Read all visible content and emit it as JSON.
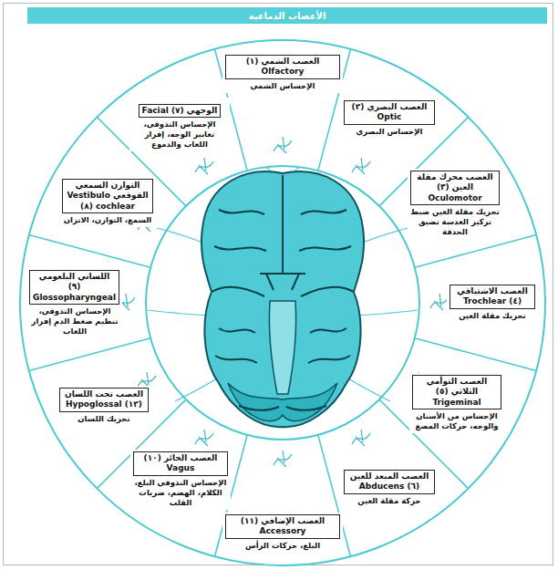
{
  "diagram": {
    "title": "الأعصاب الدماغية",
    "nodes": [
      {
        "text": [
          "العصب الشمي (١) Olfactory",
          "الإحساس الشمي"
        ]
      },
      {
        "text": [
          "العصب البصري (٢) Optic",
          "الإحساس البصري"
        ]
      },
      {
        "text": [
          "العصب محرك مقلة العين (٣) Oculomotor",
          "تحريك مقلة العين ضبط تركيز العدسة تضيق الحدقة"
        ]
      },
      {
        "text": [
          "العصب الاشتياقي (٤) Trochlear",
          "تحريك مقلة العين"
        ]
      },
      {
        "text": [
          "العصب التوأمي الثلاثي (٥) Trigeminal",
          "الإحساس من الأسنان والوجه، حركات المضغ"
        ]
      },
      {
        "text": [
          "العصب المبعد للعين (٦) Abducens",
          "حركة مقلة العين"
        ]
      },
      {
        "text": [
          "العصب الإضافي (١١) Accessory",
          "البلع، حركات الرأس"
        ]
      },
      {
        "text": [
          "العصب الحائر (١٠) Vagus",
          "الإحساس التذوقي البلع، الكلام، الهضم، ضربات القلب"
        ]
      },
      {
        "text": [
          "العصب تحت اللسان (١٢) Hypoglossal",
          "تحريك اللسان"
        ]
      },
      {
        "text": [
          "اللساني البلعومي (٩) Glossopharyngeal",
          "الإحساس التذوقي، تنظيم ضغط الدم إفراز اللعاب"
        ]
      },
      {
        "text": [
          "التوازن السمعي القوقعي Vestibulo cochlear (٨)",
          "السمع، التوازن، الاتزان"
        ]
      },
      {
        "text": [
          "الوجهي (٧) Facial",
          "الإحساس التذوقي، تعابير الوجه، إفراز اللعاب والدموع"
        ]
      }
    ]
  }
}
